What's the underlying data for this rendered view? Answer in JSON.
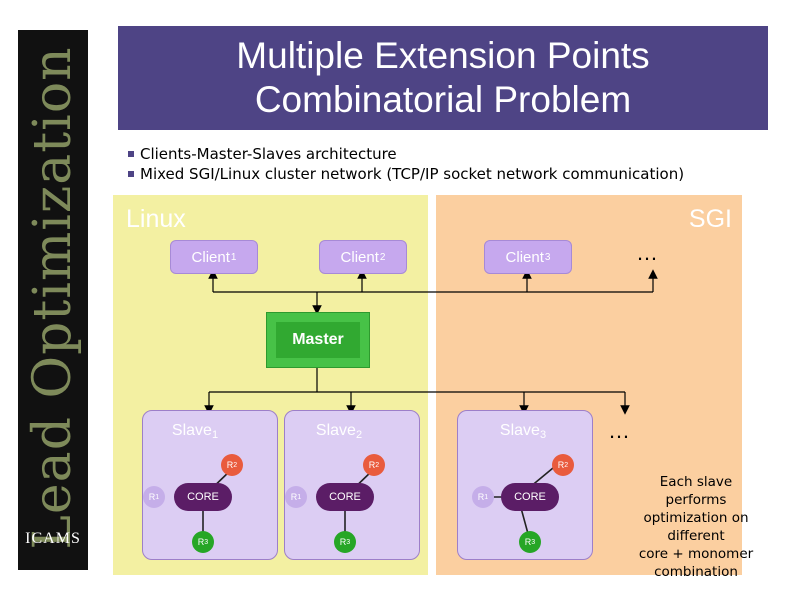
{
  "title": "Multiple Extension Points\nCombinatorial Problem",
  "sidebar": {
    "brand_text": "Lead Optimization",
    "logo": "ICAMS"
  },
  "bullets": [
    "Clients-Master-Slaves architecture",
    "Mixed SGI/Linux cluster network (TCP/IP socket network communication)"
  ],
  "regions": {
    "linux": "Linux",
    "sgi": "SGI"
  },
  "clients": [
    {
      "label": "Client",
      "num": "1"
    },
    {
      "label": "Client",
      "num": "2"
    },
    {
      "label": "Client",
      "num": "3"
    }
  ],
  "ellipsis": "…",
  "master": "Master",
  "slaves": [
    {
      "label": "Slave",
      "num": "1"
    },
    {
      "label": "Slave",
      "num": "2"
    },
    {
      "label": "Slave",
      "num": "3"
    }
  ],
  "slave_nodes": {
    "core": "CORE",
    "r1": {
      "label": "R",
      "num": "1"
    },
    "r2": {
      "label": "R",
      "num": "2"
    },
    "r3": {
      "label": "R",
      "num": "3"
    }
  },
  "note": "Each slave\nperforms\noptimization on\ndifferent\ncore + monomer\ncombination",
  "colors": {
    "title_bg": "#4e4485",
    "linux_bg": "#f3f0a2",
    "sgi_bg": "#fbcfa0",
    "client": "#c6a8ee",
    "master": "#31a931",
    "slave": "#dccdf3",
    "core": "#5b1d66",
    "r1": "#c5aee9",
    "r2": "#e95b3d",
    "r3": "#26a626"
  }
}
